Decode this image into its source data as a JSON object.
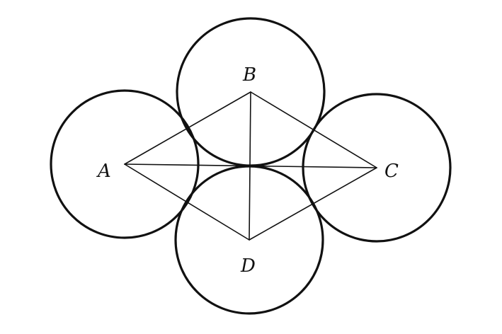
{
  "diagram": {
    "points": [
      {
        "id": "A",
        "label": "A"
      },
      {
        "id": "B",
        "label": "B"
      },
      {
        "id": "C",
        "label": "C"
      },
      {
        "id": "D",
        "label": "D"
      }
    ],
    "circles": [
      "A",
      "B",
      "C",
      "D"
    ],
    "segments": [
      [
        "A",
        "B"
      ],
      [
        "B",
        "C"
      ],
      [
        "C",
        "D"
      ],
      [
        "D",
        "A"
      ],
      [
        "A",
        "C"
      ],
      [
        "B",
        "D"
      ]
    ],
    "line_color": "#111111",
    "background_color": "#ffffff"
  }
}
